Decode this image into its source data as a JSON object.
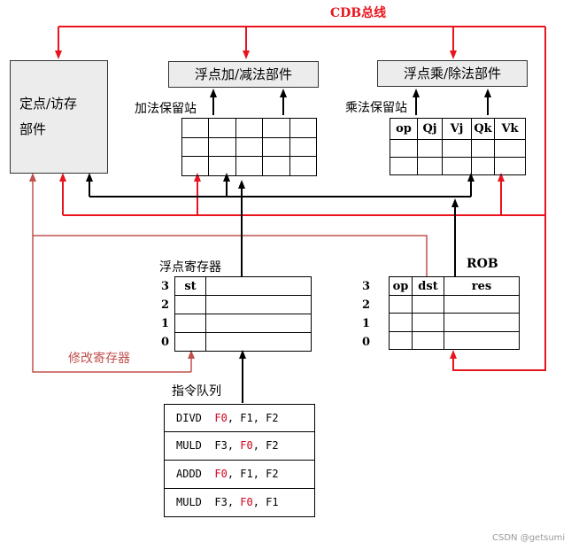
{
  "cdb_label": "CDB总线",
  "fixed_unit_label": "定点/访存部件",
  "fp_add_unit_label": "浮点加/减法部件",
  "fp_mul_unit_label": "浮点乘/除法部件",
  "add_station_label": "加法保留站",
  "mul_station_label": "乘法保留站",
  "mul_station_headers": [
    "op",
    "Qj",
    "Vj",
    "Qk",
    "Vk"
  ],
  "fp_regs_label": "浮点寄存器",
  "fp_regs_header": "st",
  "fp_regs_index": [
    "3",
    "2",
    "1",
    "0"
  ],
  "rob_label": "ROB",
  "rob_headers": [
    "op",
    "dst",
    "res"
  ],
  "rob_index": [
    "3",
    "2",
    "1",
    "0"
  ],
  "modify_reg_label": "修改寄存器",
  "queue_label": "指令队列",
  "instructions": [
    {
      "op": "DIVD",
      "r1": "F0",
      "r2": "F1",
      "r3": "F2",
      "highlight": "r1"
    },
    {
      "op": "MULD",
      "r1": "F3",
      "r2": "F0",
      "r3": "F2",
      "highlight": "r2"
    },
    {
      "op": "ADDD",
      "r1": "F0",
      "r2": "F1",
      "r3": "F2",
      "highlight": "r1"
    },
    {
      "op": "MULD",
      "r1": "F3",
      "r2": "F0",
      "r3": "F1",
      "highlight": "r2"
    }
  ],
  "watermark": "CSDN @getsumi",
  "colors": {
    "cdb": "#e8141e",
    "modify": "#c0504d",
    "data_path": "#000000",
    "unit_fill": "#ececec"
  }
}
